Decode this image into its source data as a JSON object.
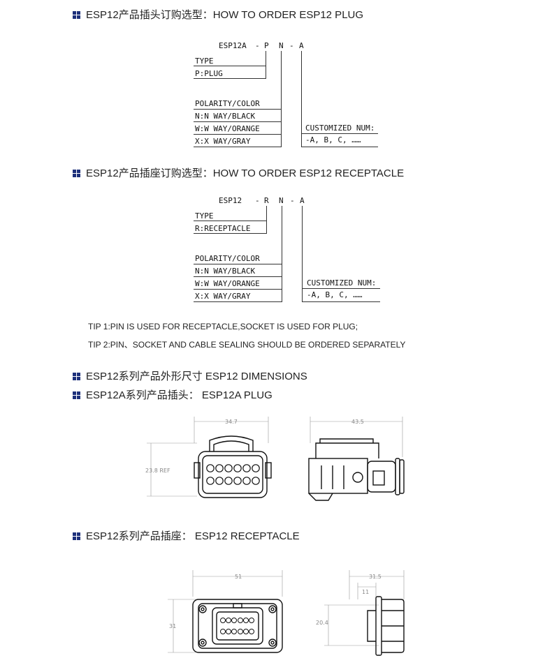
{
  "sections": {
    "plug_order": {
      "title": "ESP12产品插头订购选型：HOW TO ORDER ESP12 PLUG"
    },
    "receptacle_order": {
      "title": "ESP12产品插座订购选型：HOW TO ORDER ESP12 RECEPTACLE"
    },
    "dimensions": {
      "title": "ESP12系列产品外形尺寸  ESP12 DIMENSIONS"
    },
    "plug_dims": {
      "title": "ESP12A系列产品插头：  ESP12A PLUG"
    },
    "receptacle_dims": {
      "title": "ESP12系列产品插座：  ESP12 RECEPTACLE"
    }
  },
  "plug_code": {
    "prefix": "ESP12A",
    "dash1": "-",
    "type_code": "P",
    "polarity_code": "N",
    "dash2": "-",
    "custom_code": "A",
    "type_label": "TYPE",
    "type_value": "P:PLUG",
    "polarity_label": "POLARITY/COLOR",
    "polarity_options": [
      "N:N WAY/BLACK",
      "W:W WAY/ORANGE",
      "X:X WAY/GRAY"
    ],
    "custom_label": "CUSTOMIZED NUM:",
    "custom_value": "-A, B, C, ……"
  },
  "receptacle_code": {
    "prefix": "ESP12",
    "dash1": "-",
    "type_code": "R",
    "polarity_code": "N",
    "dash2": "-",
    "custom_code": "A",
    "type_label": "TYPE",
    "type_value": "R:RECEPTACLE",
    "polarity_label": "POLARITY/COLOR",
    "polarity_options": [
      "N:N WAY/BLACK",
      "W:W WAY/ORANGE",
      "X:X WAY/GRAY"
    ],
    "custom_label": "CUSTOMIZED NUM:",
    "custom_value": "-A, B, C, ……"
  },
  "tips": [
    "TIP 1:PIN IS USED FOR RECEPTACLE,SOCKET IS USED FOR PLUG;",
    "TIP 2:PIN、SOCKET AND CABLE SEALING SHOULD BE ORDERED SEPARATELY"
  ],
  "plug_dimensions": {
    "width": "34.7",
    "height": "23.8 REF",
    "length": "43.5"
  },
  "receptacle_dimensions": {
    "width": "51",
    "height": "31",
    "depth": "31.5",
    "flange": "11",
    "body_height": "20.4"
  }
}
